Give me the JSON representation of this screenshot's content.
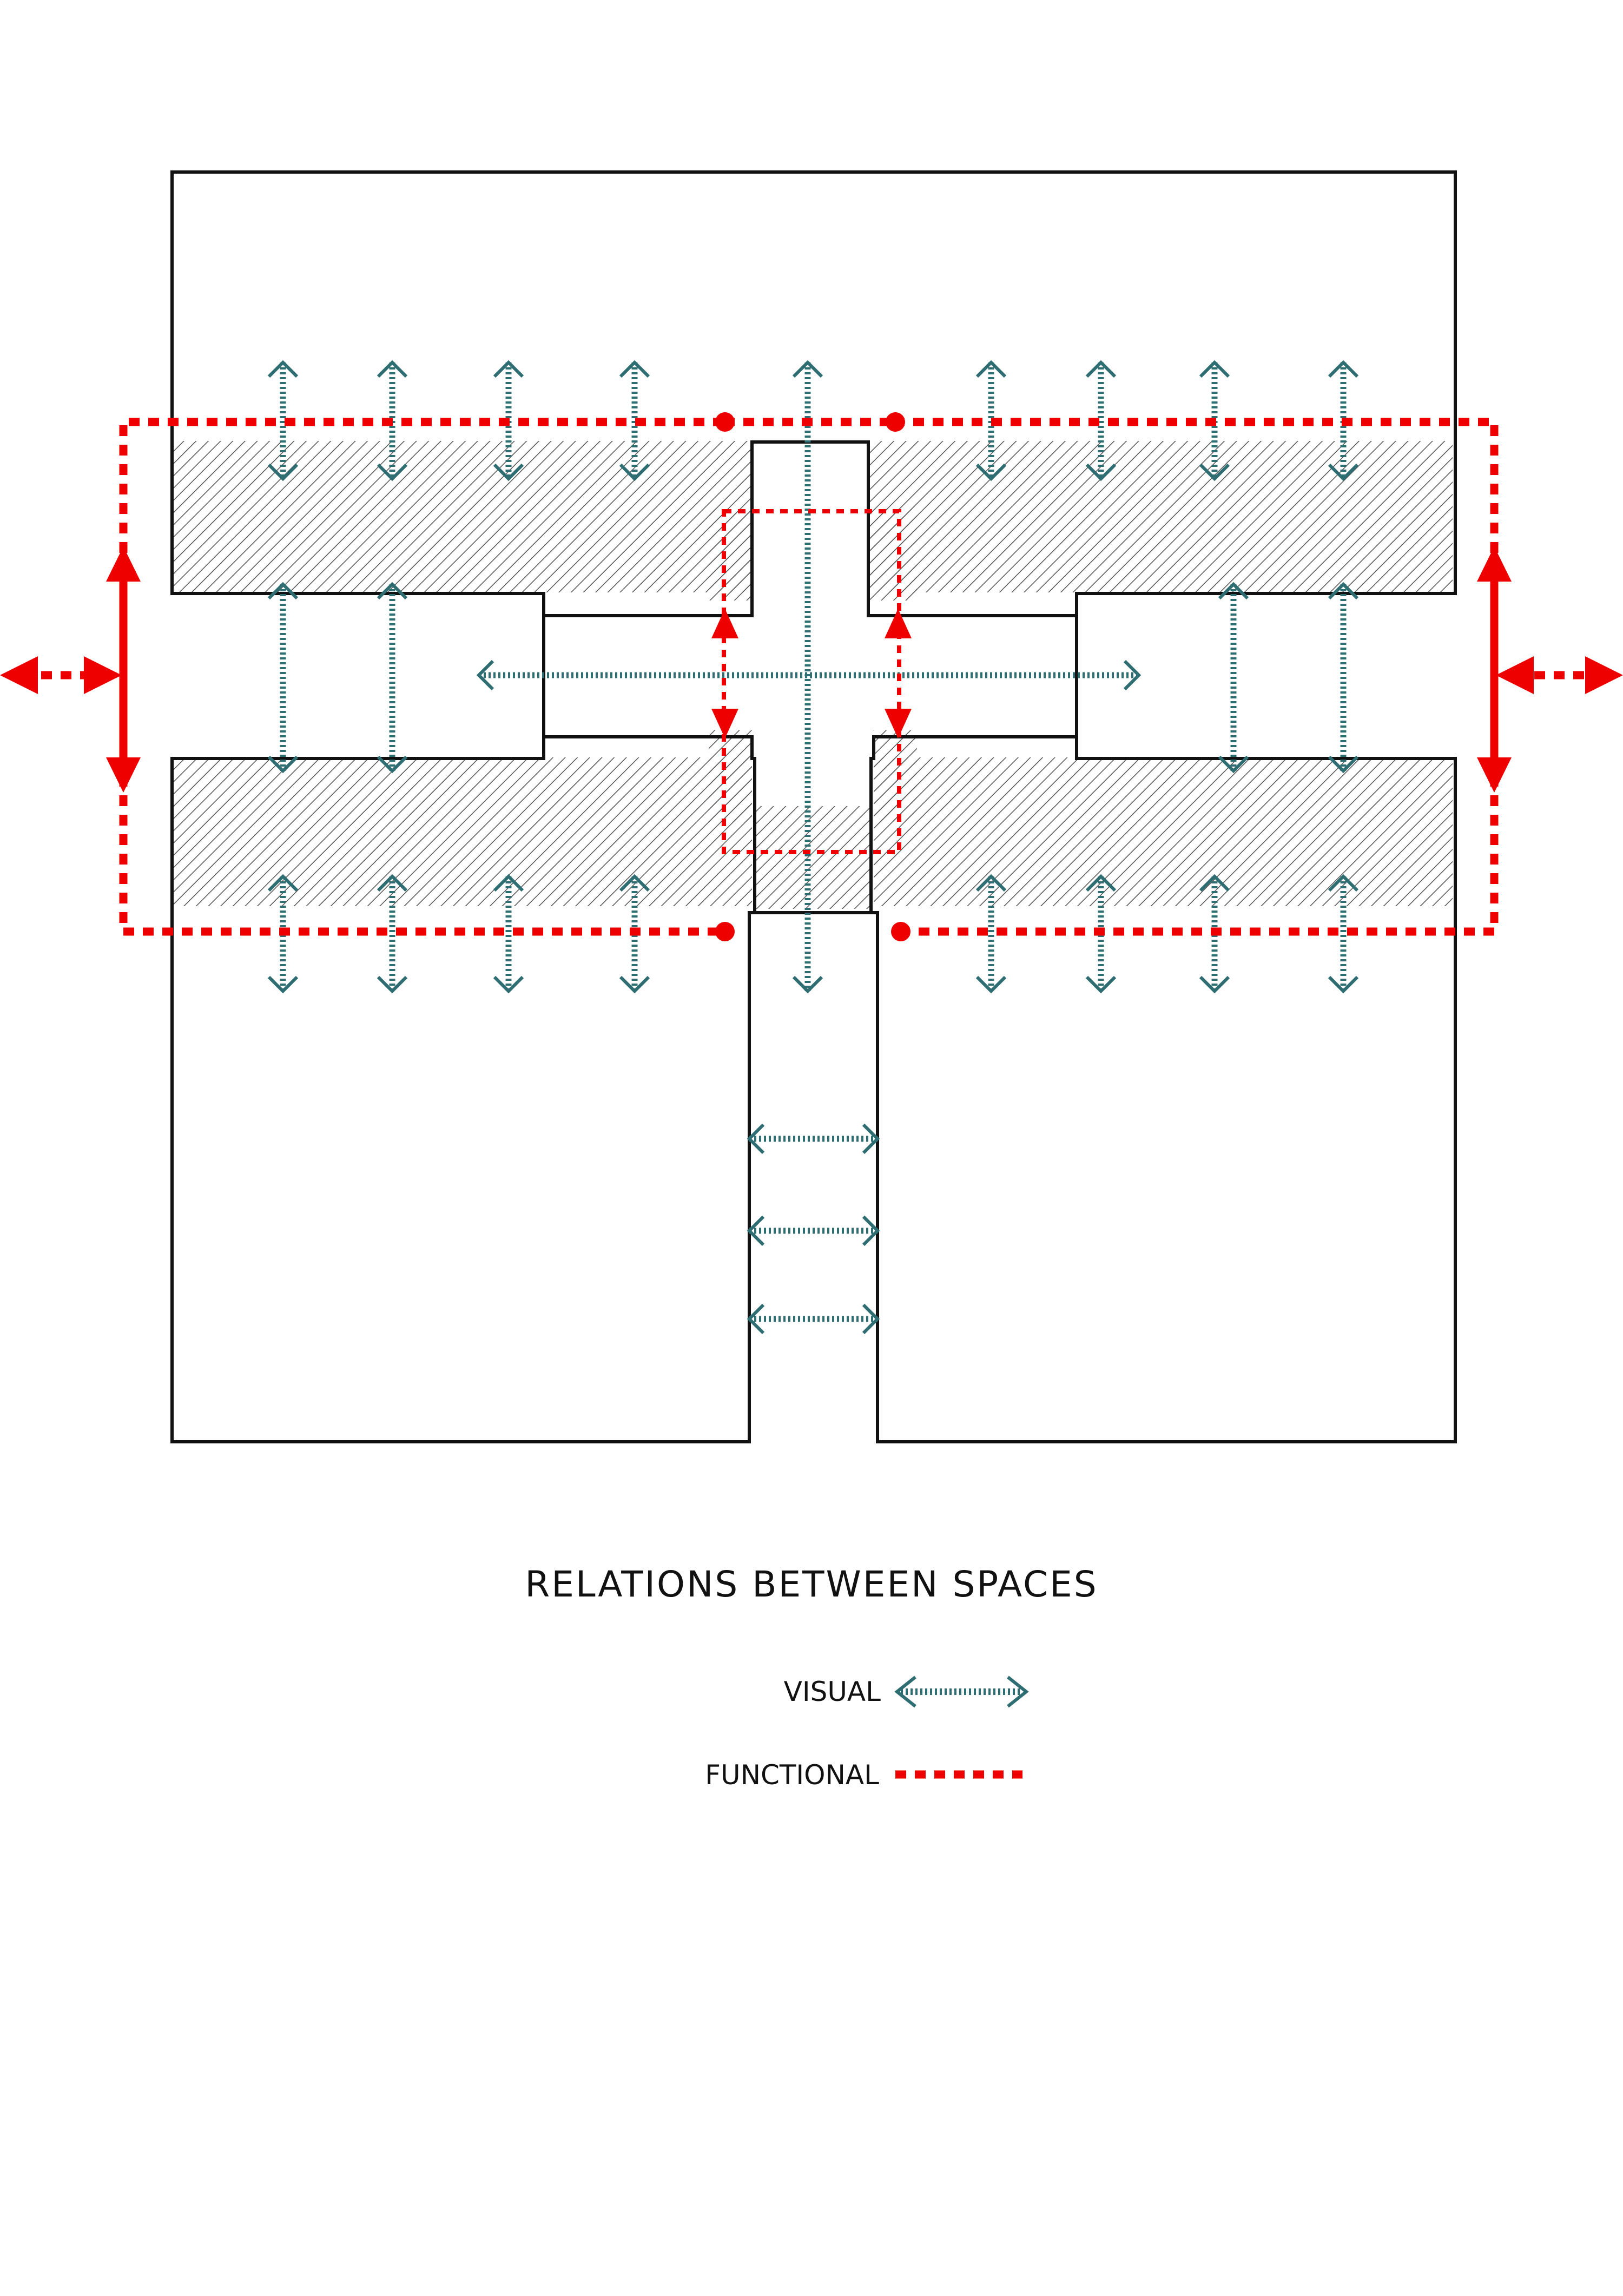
{
  "title": "RELATIONS BETWEEN SPACES",
  "legend": {
    "visual": "VISUAL",
    "functional": "FUNCTIONAL"
  },
  "colors": {
    "outline": "#111111",
    "visual": "#2e6e72",
    "functional": "#ee0000",
    "hatch": "#555555"
  },
  "icons": {
    "visual": "double-headed-arrow-icon",
    "functional": "dotted-line-icon"
  }
}
